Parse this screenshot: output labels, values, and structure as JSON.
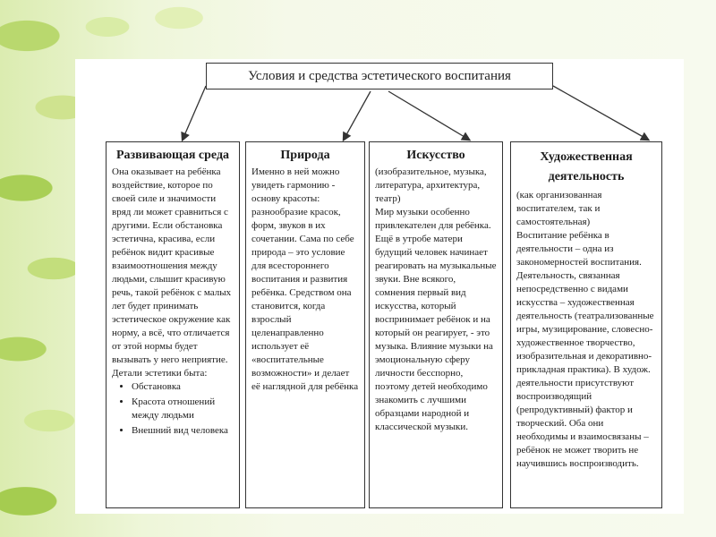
{
  "title": "Условия и средства эстетического воспитания",
  "columns": [
    {
      "heading": "Развивающая среда",
      "text": "Она оказывает на ребёнка воздействие, которое по своей силе и значимости вряд ли может сравниться с другими. Если обстановка эстетична, красива, если ребёнок видит красивые взаимоотношения между людьми, слышит красивую речь, такой ребёнок с малых лет будет принимать эстетическое окружение как норму, а всё, что отличается от этой нормы будет вызывать у него неприятие.",
      "list_title": "Детали эстетики быта:",
      "items": [
        "Обстановка",
        "Красота отношений между людьми",
        "Внешний вид человека"
      ]
    },
    {
      "heading": "Природа",
      "text": "Именно в ней можно увидеть гармонию - основу красоты: разнообразие красок, форм, звуков в их сочетании. Сама по себе природа – это условие для всестороннего воспитания и развития ребёнка. Средством она становится, когда взрослый целенаправленно использует её «воспитательные возможности» и делает её наглядной для ребёнка"
    },
    {
      "heading": "Искусство",
      "subtitle": "(изобразительное, музыка, литература, архитектура, театр)",
      "text": "Мир музыки особенно привлекателен для ребёнка. Ещё в утробе матери будущий человек начинает реагировать на музыкальные звуки. Вне всякого, сомнения первый вид искусства, который воспринимает ребёнок и на который он реагирует, - это музыка. Влияние музыки на эмоциональную сферу личности бесспорно, поэтому детей необходимо знакомить с лучшими образцами народной и классической музыки."
    },
    {
      "heading": "Художественная деятельность",
      "subtitle": "(как организованная воспитателем, так и самостоятельная)",
      "text": "Воспитание ребёнка в деятельности – одна из закономерностей воспитания. Деятельность, связанная непосредственно с видами искусства – художественная деятельность (театрализованные игры, музицирование, словесно-художественное творчество, изобразительная и декоративно-прикладная практика). В худож. деятельности присутствуют воспроизводящий (репродуктивный) фактор и творческий. Оба они необходимы и взаимосвязаны – ребёнок не может творить не научившись воспроизводить."
    }
  ]
}
